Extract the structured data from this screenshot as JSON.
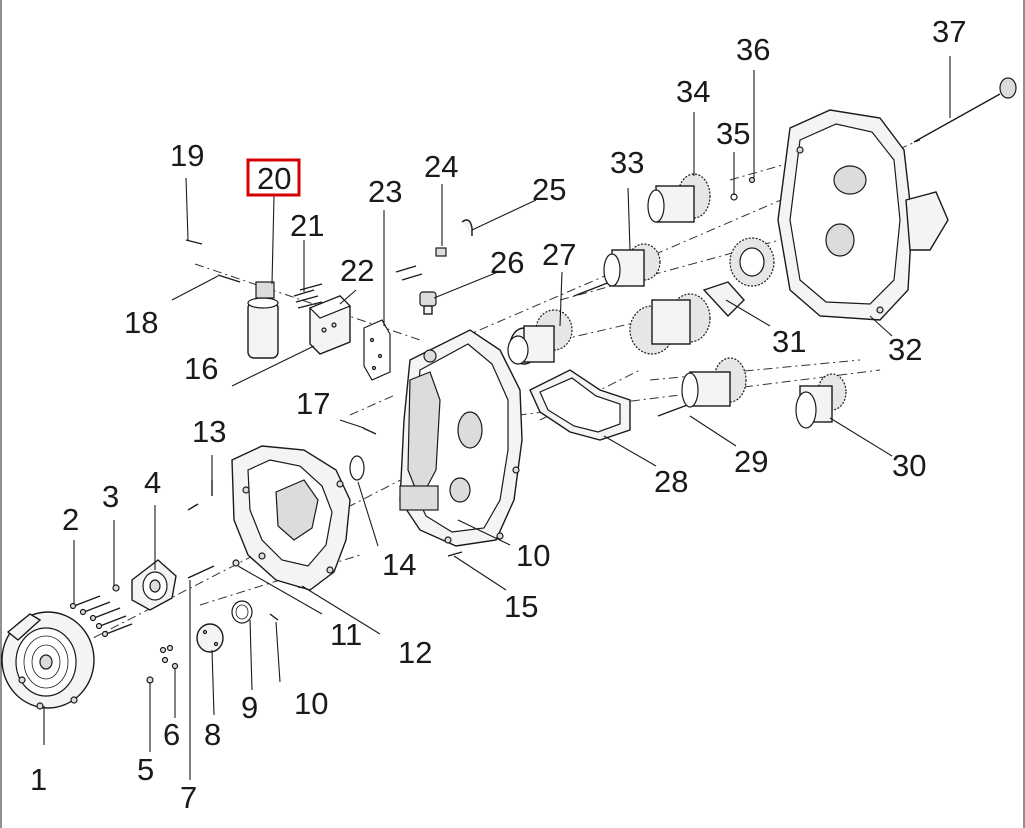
{
  "diagram": {
    "highlighted_label": "20",
    "highlight_color": "#d40000",
    "callouts": [
      {
        "id": "c1",
        "text": "1"
      },
      {
        "id": "c2",
        "text": "2"
      },
      {
        "id": "c3",
        "text": "3"
      },
      {
        "id": "c4",
        "text": "4"
      },
      {
        "id": "c5",
        "text": "5"
      },
      {
        "id": "c6",
        "text": "6"
      },
      {
        "id": "c7",
        "text": "7"
      },
      {
        "id": "c8",
        "text": "8"
      },
      {
        "id": "c9",
        "text": "9"
      },
      {
        "id": "c10a",
        "text": "10"
      },
      {
        "id": "c10b",
        "text": "10"
      },
      {
        "id": "c11",
        "text": "11"
      },
      {
        "id": "c12",
        "text": "12"
      },
      {
        "id": "c13",
        "text": "13"
      },
      {
        "id": "c14",
        "text": "14"
      },
      {
        "id": "c15",
        "text": "15"
      },
      {
        "id": "c16",
        "text": "16"
      },
      {
        "id": "c17",
        "text": "17"
      },
      {
        "id": "c18",
        "text": "18"
      },
      {
        "id": "c19",
        "text": "19"
      },
      {
        "id": "c20",
        "text": "20"
      },
      {
        "id": "c21",
        "text": "21"
      },
      {
        "id": "c22",
        "text": "22"
      },
      {
        "id": "c23",
        "text": "23"
      },
      {
        "id": "c24",
        "text": "24"
      },
      {
        "id": "c25",
        "text": "25"
      },
      {
        "id": "c26",
        "text": "26"
      },
      {
        "id": "c27",
        "text": "27"
      },
      {
        "id": "c28",
        "text": "28"
      },
      {
        "id": "c29",
        "text": "29"
      },
      {
        "id": "c30",
        "text": "30"
      },
      {
        "id": "c31",
        "text": "31"
      },
      {
        "id": "c32",
        "text": "32"
      },
      {
        "id": "c33",
        "text": "33"
      },
      {
        "id": "c34",
        "text": "34"
      },
      {
        "id": "c35",
        "text": "35"
      },
      {
        "id": "c36",
        "text": "36"
      },
      {
        "id": "c37",
        "text": "37"
      }
    ]
  }
}
